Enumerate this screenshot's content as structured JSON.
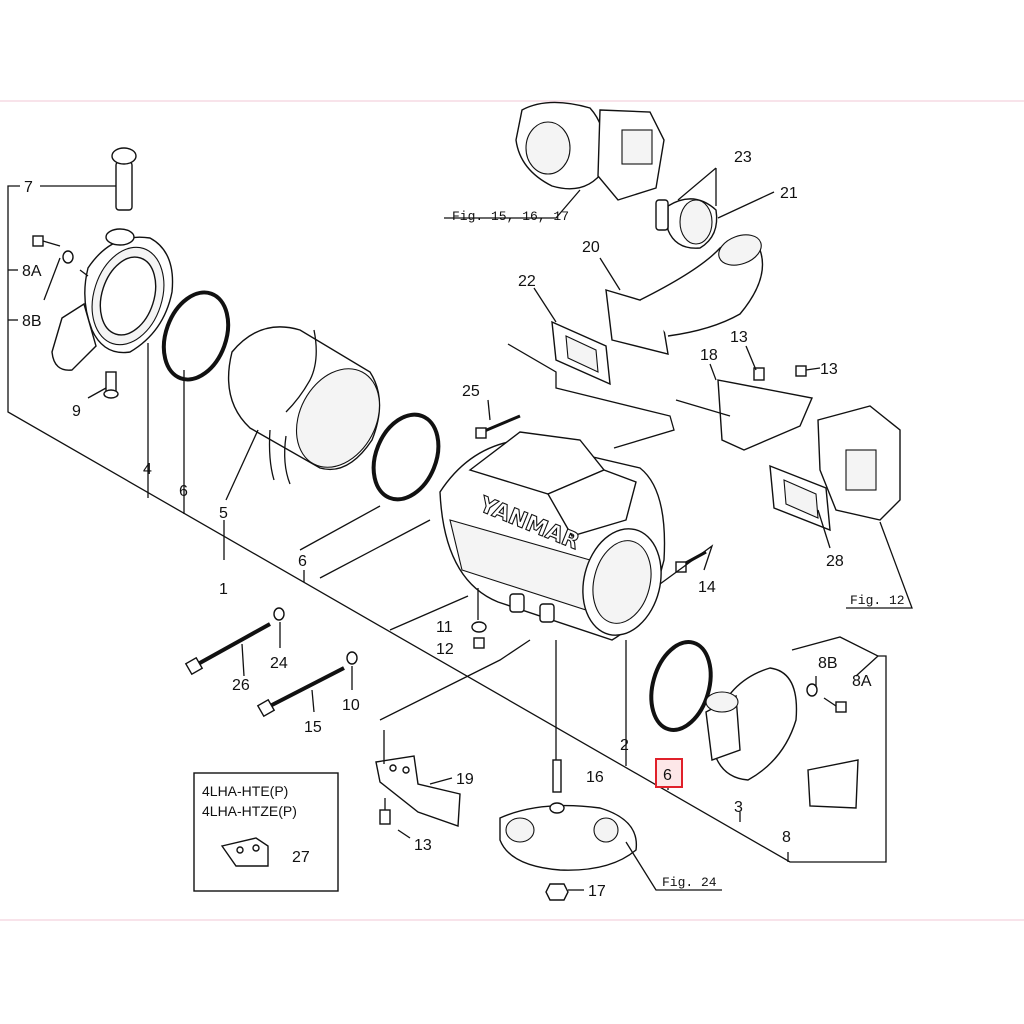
{
  "diagram": {
    "highlighted_part": "6",
    "highlight_color": "#e0202a",
    "figure_refs": [
      "Fig. 15, 16, 17",
      "Fig. 12",
      "Fig. 24"
    ],
    "model_box": {
      "line1": "4LHA-HTE(P)",
      "line2": "4LHA-HTZE(P)",
      "part": "27"
    },
    "brand_text": "YANMAR",
    "labels": [
      {
        "id": "l7",
        "text": "7"
      },
      {
        "id": "l8a",
        "text": "8A"
      },
      {
        "id": "l8b",
        "text": "8B"
      },
      {
        "id": "l9",
        "text": "9"
      },
      {
        "id": "l4",
        "text": "4"
      },
      {
        "id": "l6a",
        "text": "6"
      },
      {
        "id": "l5",
        "text": "5"
      },
      {
        "id": "l1",
        "text": "1"
      },
      {
        "id": "l6b",
        "text": "6"
      },
      {
        "id": "l23",
        "text": "23"
      },
      {
        "id": "l21",
        "text": "21"
      },
      {
        "id": "l20",
        "text": "20"
      },
      {
        "id": "l22",
        "text": "22"
      },
      {
        "id": "l25",
        "text": "25"
      },
      {
        "id": "l13a",
        "text": "13"
      },
      {
        "id": "l13b",
        "text": "13"
      },
      {
        "id": "l18",
        "text": "18"
      },
      {
        "id": "l28",
        "text": "28"
      },
      {
        "id": "l14",
        "text": "14"
      },
      {
        "id": "l11",
        "text": "11"
      },
      {
        "id": "l12",
        "text": "12"
      },
      {
        "id": "l24",
        "text": "24"
      },
      {
        "id": "l26",
        "text": "26"
      },
      {
        "id": "l10",
        "text": "10"
      },
      {
        "id": "l15",
        "text": "15"
      },
      {
        "id": "l2",
        "text": "2"
      },
      {
        "id": "l6c",
        "text": "6"
      },
      {
        "id": "l8b2",
        "text": "8B"
      },
      {
        "id": "l8a2",
        "text": "8A"
      },
      {
        "id": "l3",
        "text": "3"
      },
      {
        "id": "l8",
        "text": "8"
      },
      {
        "id": "l19",
        "text": "19"
      },
      {
        "id": "l16",
        "text": "16"
      },
      {
        "id": "l13c",
        "text": "13"
      },
      {
        "id": "l17",
        "text": "17"
      }
    ]
  }
}
